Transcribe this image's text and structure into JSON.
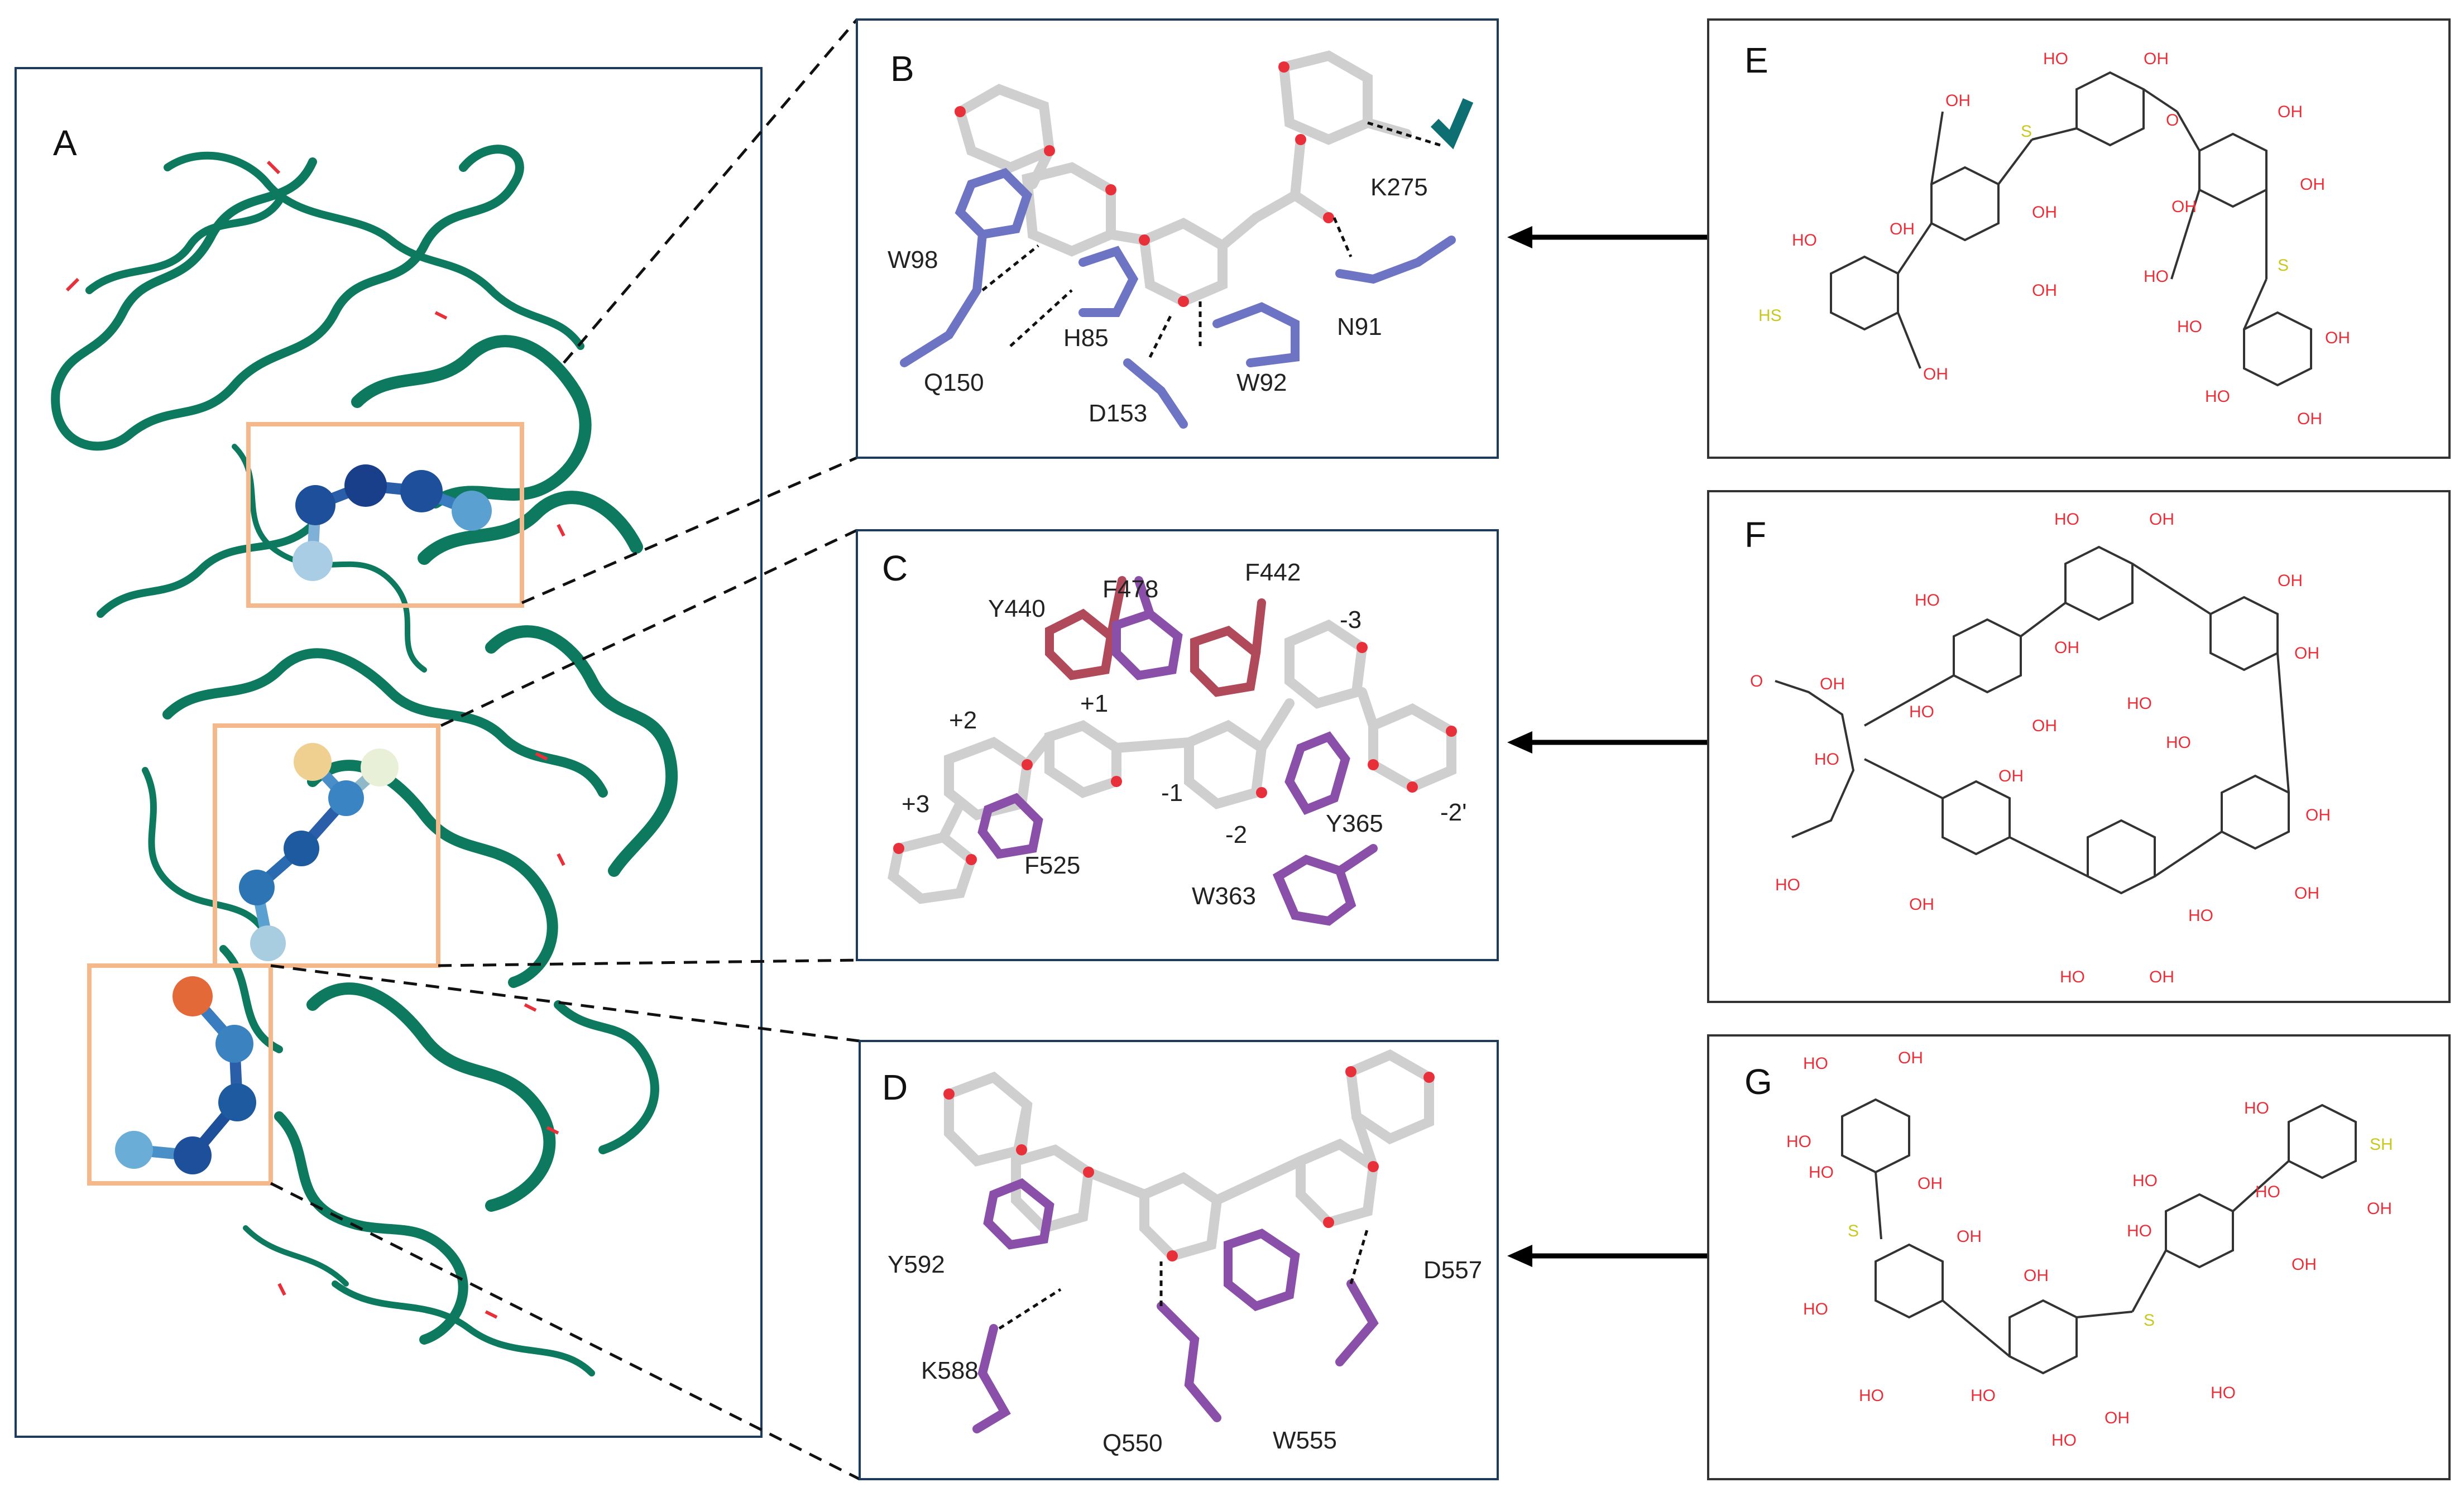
{
  "panels": {
    "A": {
      "letter": "A"
    },
    "B": {
      "letter": "B",
      "residues": [
        "W98",
        "Q150",
        "H85",
        "D153",
        "W92",
        "N91",
        "K275"
      ]
    },
    "C": {
      "letter": "C",
      "residues": [
        "Y440",
        "F478",
        "F442",
        "F525",
        "Y365",
        "W363"
      ],
      "subsites": [
        "+2",
        "+1",
        "+3",
        "-1",
        "-2",
        "-3",
        "-2'"
      ]
    },
    "D": {
      "letter": "D",
      "residues": [
        "Y592",
        "K588",
        "Q550",
        "W555",
        "D557"
      ]
    },
    "E": {
      "letter": "E"
    },
    "F": {
      "letter": "F"
    },
    "G": {
      "letter": "G"
    }
  },
  "chem_labels": {
    "oh": "OH",
    "ho": "HO",
    "s": "S",
    "sh": "SH",
    "hs": "HS",
    "o": "O"
  },
  "colors": {
    "protein": "#0d7a5f",
    "panel_border": "#1f3b5c",
    "highlight_box": "#f5b88a",
    "oxygen": "#e8303a",
    "sulfur": "#c8c820",
    "carbon_ligand": "#cfcfcf",
    "residue_blue": "#6e74c4",
    "residue_red": "#b04a5a",
    "residue_purple": "#8a4fa8",
    "teal": "#0e6f72"
  }
}
